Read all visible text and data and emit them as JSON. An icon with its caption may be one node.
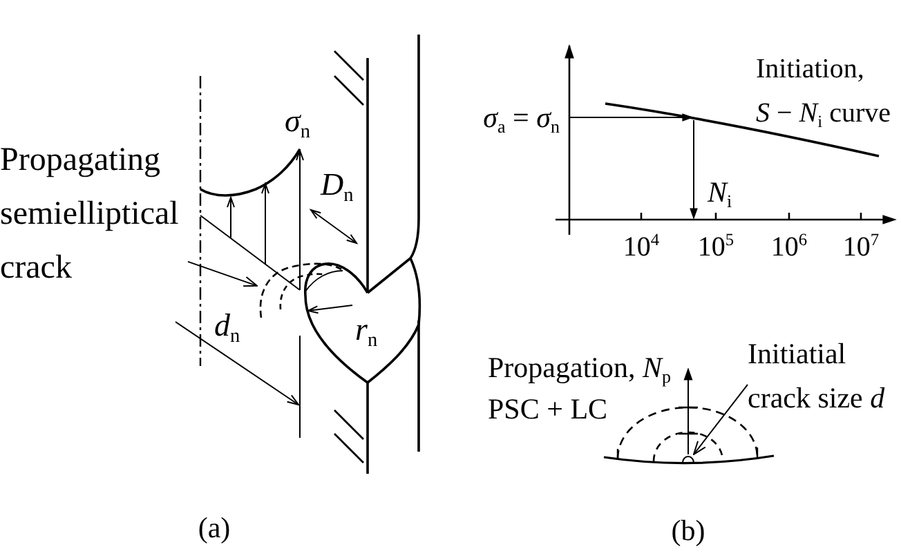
{
  "diagram": {
    "nodes": [
      {
        "text": [
          "Propagating semielliptical crack"
        ]
      },
      {
        "text": [],
        "shape": "arc"
      },
      {
        "text": [
          "Initiatial crack size *d*"
        ]
      },
      {
        "text": [],
        "shape": "semicircle"
      }
    ],
    "edges": [
      {
        "from": 0,
        "to": 1,
        "arrow": "to"
      },
      {
        "from": 2,
        "to": 3,
        "arrow": "to"
      }
    ],
    "labels": [
      "Initiation,",
      "*σ*$_{n}$",
      "*σ*$_{a}$ = *σ*$_{n}$",
      "*S* − *N*$_{i}$ curve",
      "*D*$_{n}$",
      "*N*$_{i}$",
      "10$^{4}$",
      "10$^{5}$",
      "10$^{6}$",
      "10$^{7}$",
      "*d*$_{n}$",
      "*r*$_{n}$",
      "Propagation, *N*$_{p}$",
      "PSC + LC",
      "(a)",
      "(b)"
    ]
  }
}
